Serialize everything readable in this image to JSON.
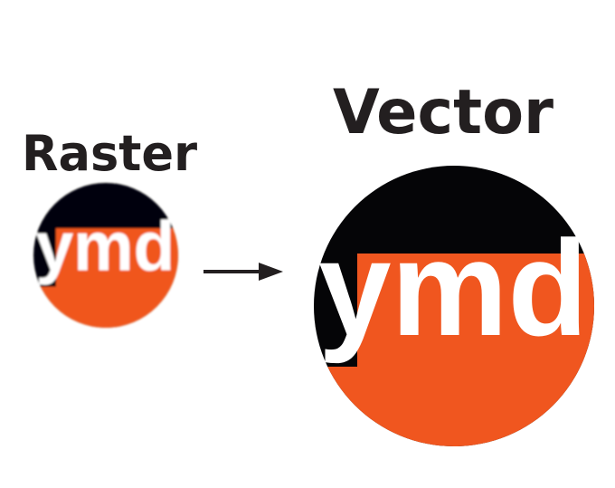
{
  "labels": {
    "raster": "Raster",
    "vector": "Vector"
  },
  "logo": {
    "text": "ymd"
  },
  "colors": {
    "dark": "#050507",
    "orange": "#f0561f",
    "label": "#231f20"
  }
}
